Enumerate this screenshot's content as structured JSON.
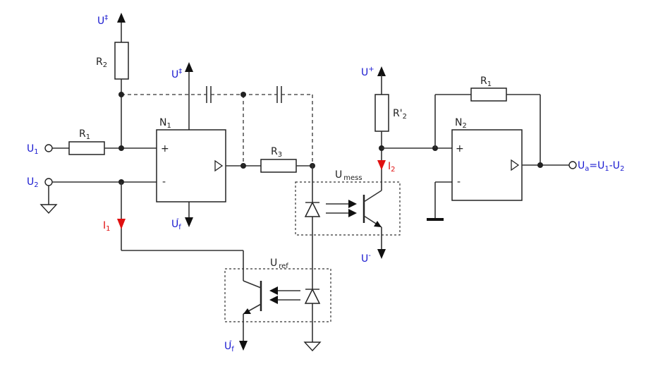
{
  "labels": {
    "u_plus_r2_base": "U",
    "u_plus_r2_sup": "‡",
    "u_plus_n1_base": "U",
    "u_plus_n1_sup": "‡",
    "u_f_n1_base": "U",
    "u_f_n1_sub": "f",
    "u_f_n1_sup": "-",
    "u_f_ref_base": "U",
    "u_f_ref_sub": "f",
    "u_f_ref_sup": "-",
    "u_plus_right_base": "U",
    "u_plus_right_sup": "+",
    "u_minus_right_base": "U",
    "u_minus_right_sup": "-",
    "r2_base": "R",
    "r2_sub": "2",
    "r1_left_base": "R",
    "r1_left_sub": "1",
    "r3_base": "R",
    "r3_sub": "3",
    "r2_prime_base": "R'",
    "r2_prime_sub": "2",
    "r1_right_base": "R",
    "r1_right_sub": "1",
    "n1_base": "N",
    "n1_sub": "1",
    "n2_base": "N",
    "n2_sub": "2",
    "n1_plus": "+",
    "n1_minus": "-",
    "n2_plus": "+",
    "n2_minus": "-",
    "u1_base": "U",
    "u1_sub": "1",
    "u2_base": "U",
    "u2_sub": "2",
    "i1_base": "I",
    "i1_sub": "1",
    "i2_base": "I",
    "i2_sub": "2",
    "u_mess_base": "U",
    "u_mess_sub": "mess",
    "u_ref_base": "U",
    "u_ref_sub": "ref",
    "ua_base": "U",
    "ua_sub": "a",
    "ua_eq": "=U",
    "ua_sub2": "1",
    "ua_minus": "-U",
    "ua_sub3": "2"
  },
  "colors": {
    "wire": "#333333",
    "voltage_label": "#1a1ad0",
    "current_label": "#e01010"
  }
}
